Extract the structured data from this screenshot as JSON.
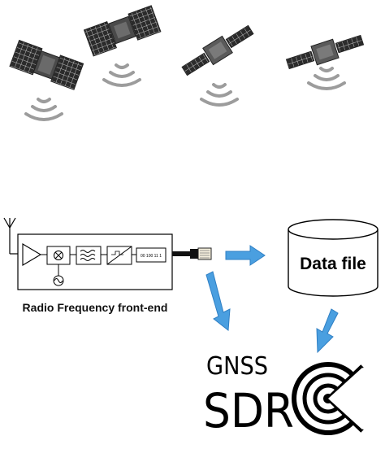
{
  "diagram": {
    "rf_frontend_label": "Radio Frequency front-end",
    "data_file_label": "Data file",
    "logo_top": "GNSS",
    "logo_bottom": "SDR",
    "bits_label": "00 100 11 1"
  },
  "colors": {
    "arrow": "#4a9fe0",
    "arrow_stroke": "#2f7fc4",
    "satellite_body": "#555555",
    "signal": "#999999"
  },
  "icons": [
    "satellite-icon",
    "signal-waves-icon",
    "antenna-icon",
    "amplifier-icon",
    "mixer-icon",
    "oscillator-icon",
    "filter-icon",
    "adc-icon",
    "cable-connector-icon",
    "cylinder-database-icon",
    "gnss-sdr-logo"
  ]
}
